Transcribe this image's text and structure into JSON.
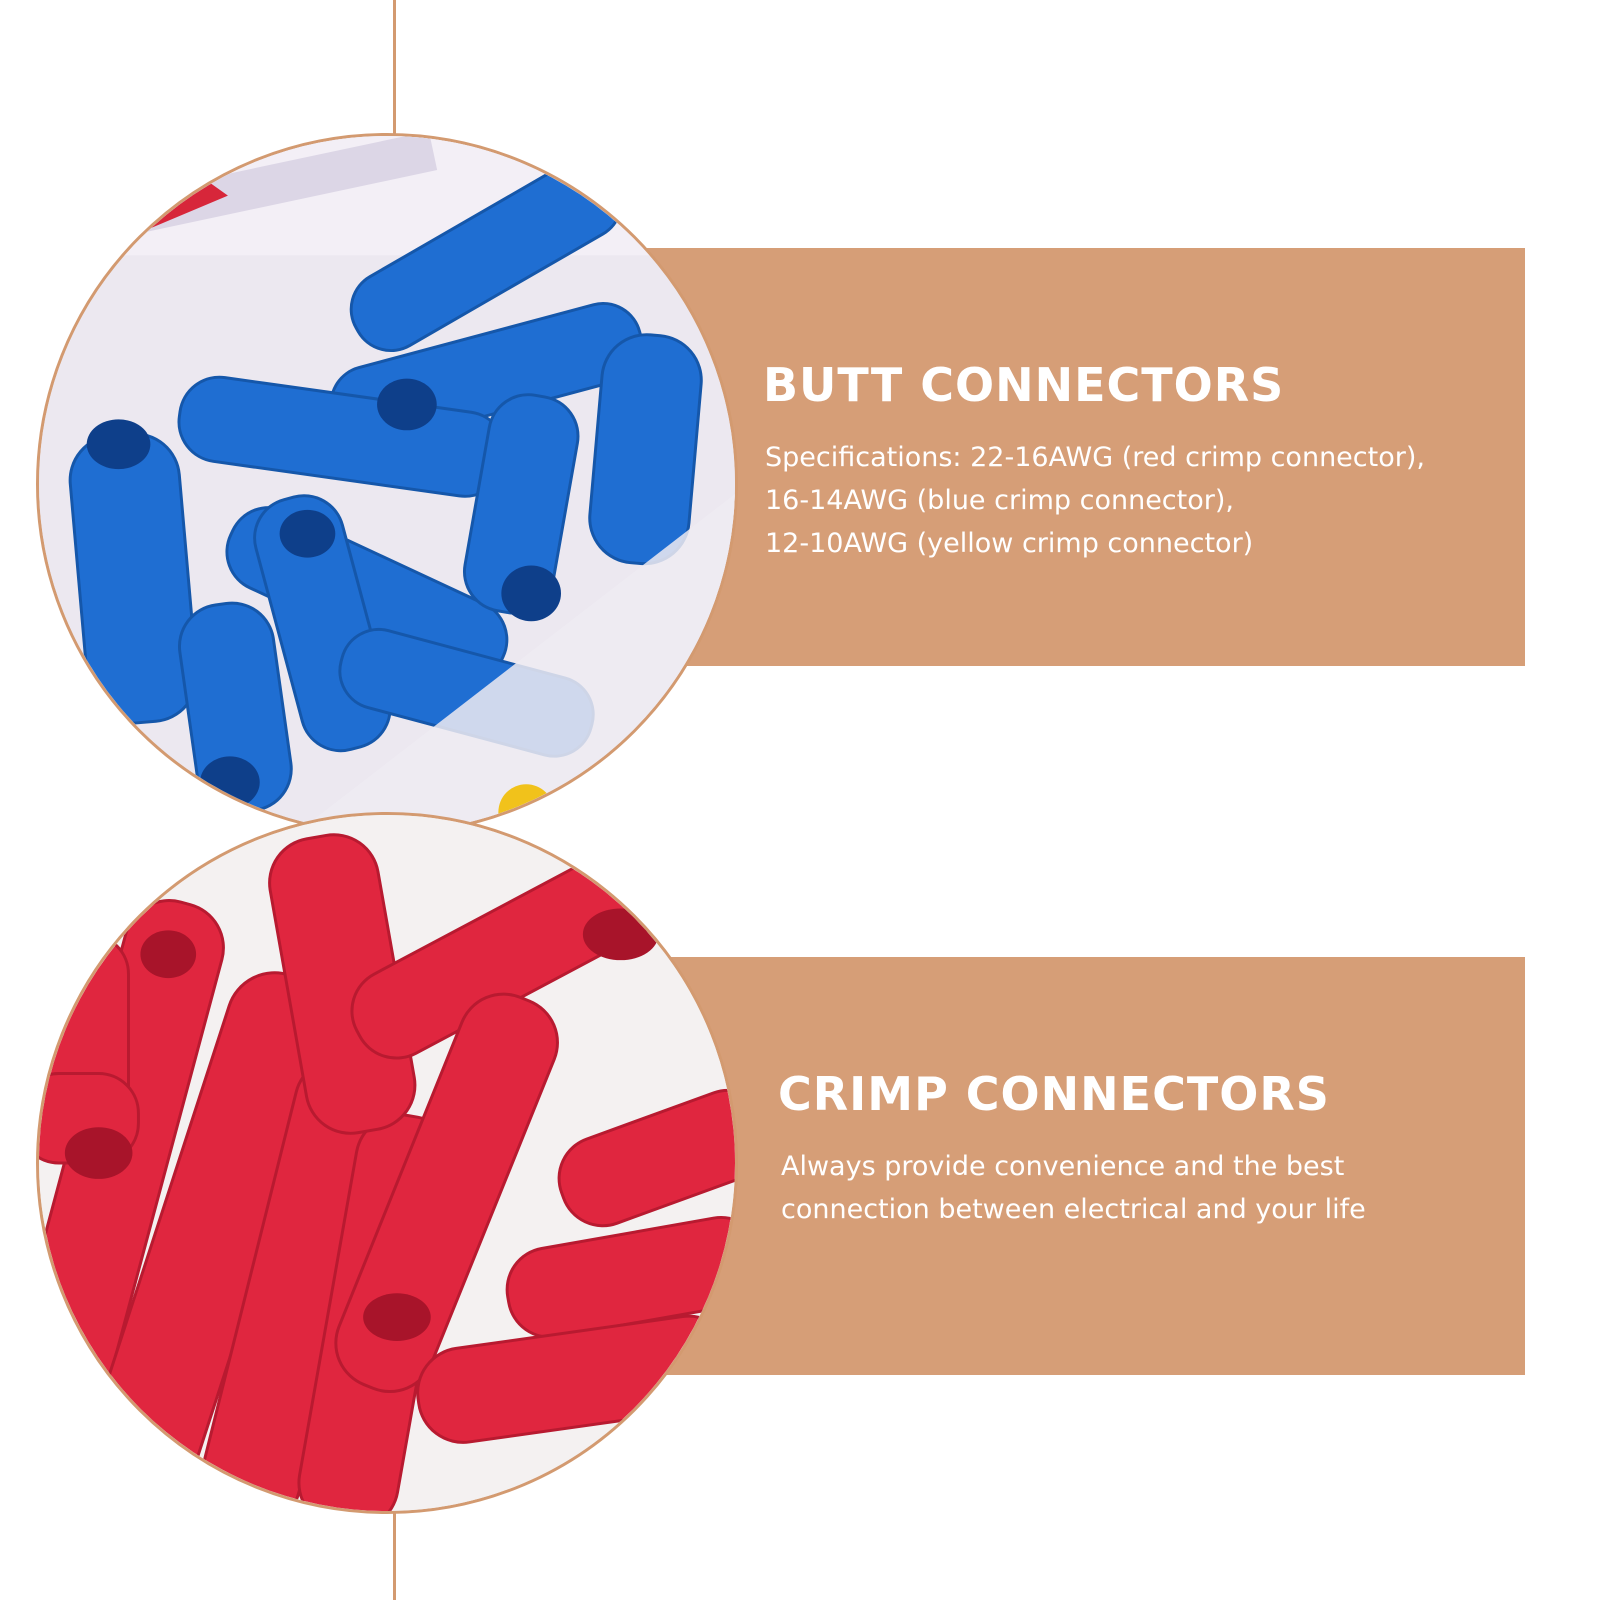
{
  "colors": {
    "accent_tan": "#d69e77",
    "line_tan": "#d39a70",
    "blue_connector": "#1f6ed2",
    "red_connector": "#e0263f",
    "text_on_panel": "#ffffff"
  },
  "sections": [
    {
      "title": "BUTT CONNECTORS",
      "description_lines": [
        "Specifications: 22-16AWG (red crimp connector),",
        "16-14AWG (blue crimp connector),",
        "12-10AWG (yellow crimp connector)"
      ],
      "photo": "blue-butt-connectors-photo"
    },
    {
      "title": "CRIMP CONNECTORS",
      "description_lines": [
        "Always provide convenience and the best",
        "connection between electrical and your life"
      ],
      "photo": "red-crimp-connectors-photo"
    }
  ]
}
